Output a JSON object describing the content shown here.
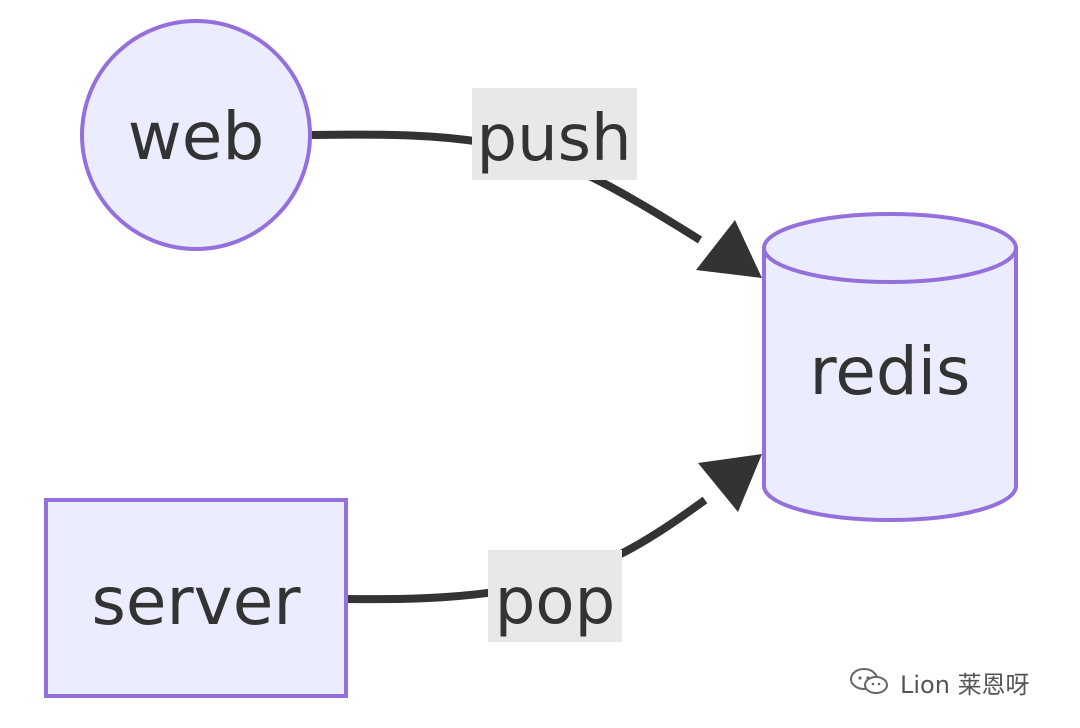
{
  "nodes": {
    "web": {
      "label": "web",
      "shape": "circle"
    },
    "server": {
      "label": "server",
      "shape": "rectangle"
    },
    "redis": {
      "label": "redis",
      "shape": "cylinder"
    }
  },
  "edges": [
    {
      "from": "web",
      "to": "redis",
      "label": "push"
    },
    {
      "from": "server",
      "to": "redis",
      "label": "pop"
    }
  ],
  "colors": {
    "node_fill": "#ECECFF",
    "node_stroke": "#9370DB",
    "edge": "#333333",
    "edge_label_bg": "#E8E8E8",
    "text": "#333333"
  },
  "watermark": {
    "icon": "wechat-icon",
    "text": "Lion 莱恩呀"
  }
}
